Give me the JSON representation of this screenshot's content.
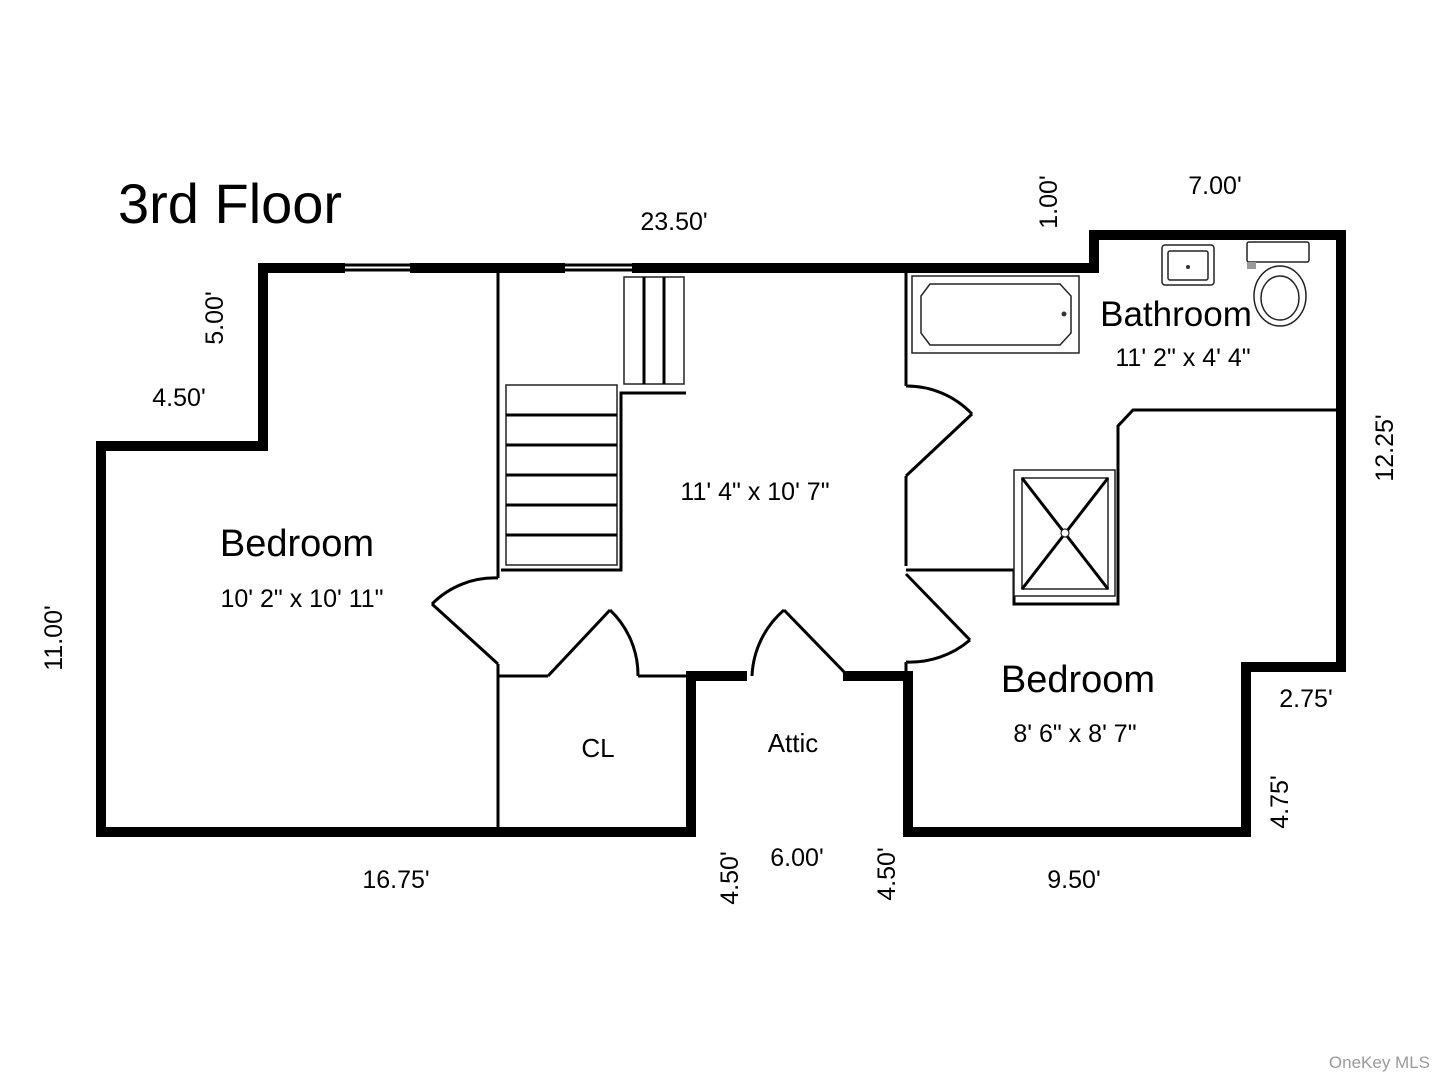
{
  "title": "3rd Floor",
  "rooms": {
    "bedroom_left": {
      "name": "Bedroom",
      "size": "10' 2\" x 10' 11\""
    },
    "hall": {
      "size": "11' 4\" x 10' 7\""
    },
    "bathroom": {
      "name": "Bathroom",
      "size": "11' 2\" x 4' 4\""
    },
    "bedroom_right": {
      "name": "Bedroom",
      "size": "8' 6\" x 8' 7\""
    },
    "closet": {
      "name": "CL"
    },
    "attic": {
      "name": "Attic"
    }
  },
  "dimensions": {
    "top_main": "23.50'",
    "top_bath": "7.00'",
    "bath_step": "1.00'",
    "left_upper": "5.00'",
    "left_step": "4.50'",
    "left_height": "11.00'",
    "bottom_left": "16.75'",
    "attic_width": "6.00'",
    "attic_left": "4.50'",
    "attic_right": "4.50'",
    "bottom_right": "9.50'",
    "right_height": "12.25'",
    "right_step": "2.75'",
    "right_lower": "4.75'"
  },
  "watermark": "OneKey MLS"
}
